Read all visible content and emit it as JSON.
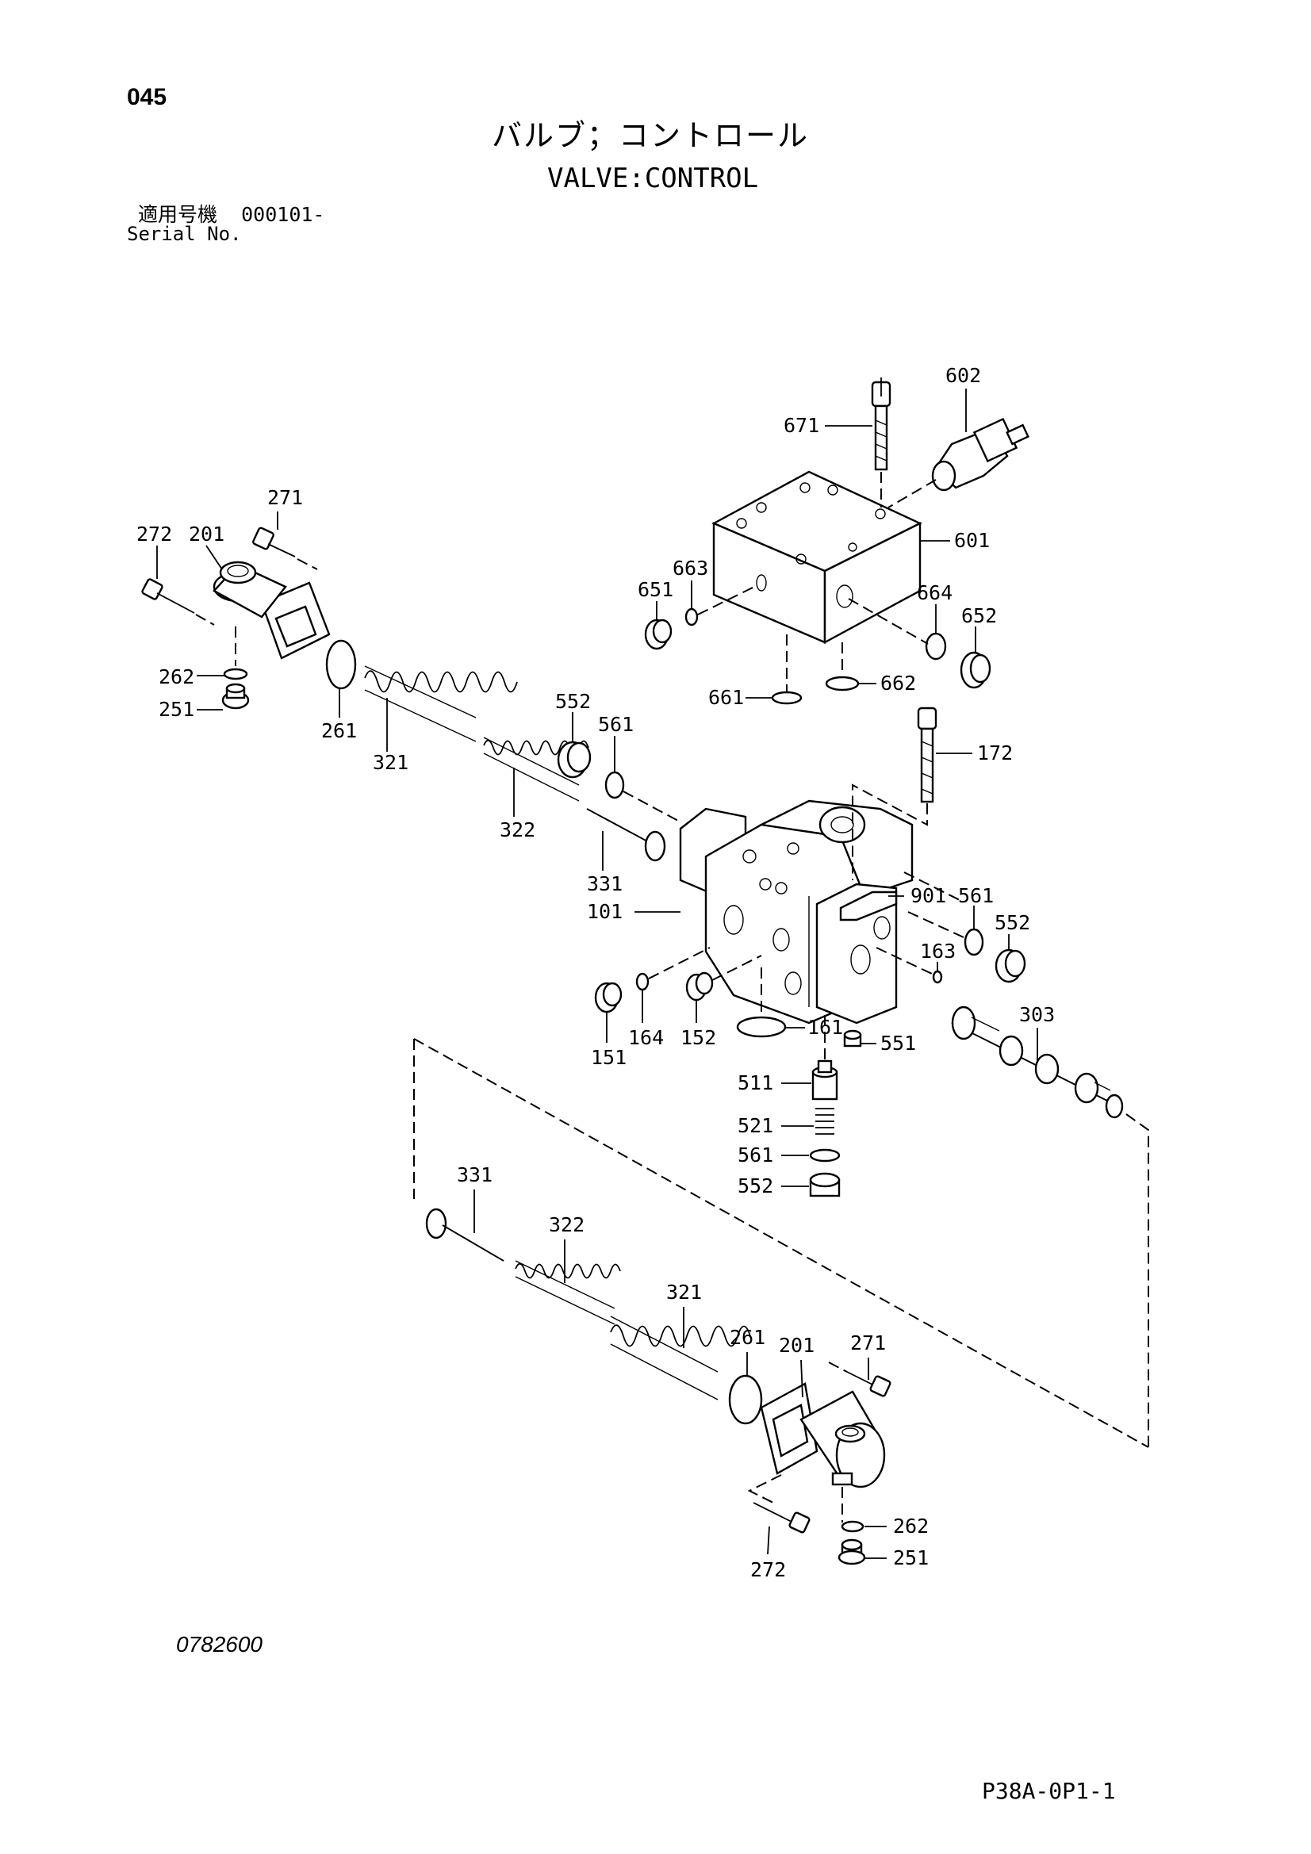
{
  "header": {
    "page_number": "045",
    "title_jp": "バルブ；コントロール",
    "title_en": "VALVE:CONTROL",
    "serial_label_jp": "適用号機",
    "serial_range": "000101-",
    "serial_label_en": "Serial No."
  },
  "callouts": {
    "c602": "602",
    "c671": "671",
    "c601": "601",
    "c663": "663",
    "c651": "651",
    "c664": "664",
    "c652": "652",
    "c661": "661",
    "c662": "662",
    "c271a": "271",
    "c272a": "272",
    "c201a": "201",
    "c262a": "262",
    "c251a": "251",
    "c261a": "261",
    "c321a": "321",
    "c322a": "322",
    "c552a": "552",
    "c561a": "561",
    "c172": "172",
    "c331a": "331",
    "c101": "101",
    "c901": "901",
    "c561b": "561",
    "c552b": "552",
    "c163": "163",
    "c151": "151",
    "c164": "164",
    "c152": "152",
    "c161": "161",
    "c551": "551",
    "c303": "303",
    "c511": "511",
    "c521": "521",
    "c561c": "561",
    "c552c": "552",
    "c331b": "331",
    "c322b": "322",
    "c321b": "321",
    "c261b": "261",
    "c201b": "201",
    "c271b": "271",
    "c262b": "262",
    "c251b": "251",
    "c272b": "272"
  },
  "footer": {
    "drawing_number": "0782600",
    "page_code": "P38A-0P1-1"
  }
}
